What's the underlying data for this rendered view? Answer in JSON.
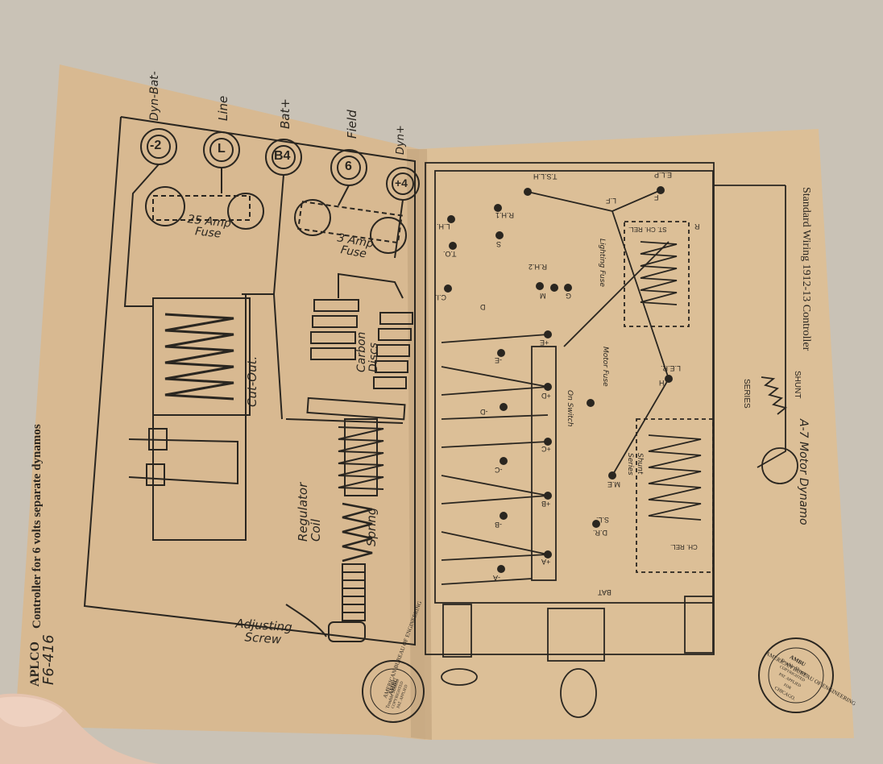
{
  "left_page": {
    "side_title_brand": "APLCO",
    "side_title_text": "Controller for 6 volts separate dynamos",
    "page_code": "F6-416",
    "terminals": [
      {
        "symbol": "-2",
        "label": "Dyn-Bat-"
      },
      {
        "symbol": "L",
        "label": "Line"
      },
      {
        "symbol": "B4",
        "label": "Bat+"
      },
      {
        "symbol": "6",
        "label": "Field"
      },
      {
        "symbol": "+4",
        "label": "Dyn+"
      }
    ],
    "fuse_25": "25 Amp Fuse",
    "fuse_3": "3 Amp Fuse",
    "cut_out": "Cut-Out.",
    "carbon_discs": "Carbon Discs",
    "regulator_coil": "Regulator Coil",
    "spring": "Spring",
    "adjusting_screw": "Adjusting Screw",
    "stamp": {
      "ring": "AMERICAN BUREAU OF ENGINEERING",
      "lines": [
        "AMBU",
        "Trouble Shooter",
        "COPYRIGHTED",
        "PAT. APPLIED"
      ]
    }
  },
  "right_page": {
    "title": "Standard Wiring 1912-13 Controller",
    "dynamo": "A-7 Motor Dynamo",
    "shunt": "SHUNT",
    "series": "SERIES",
    "terminal_labels": [
      "T.S.L.H",
      "E.L.P",
      "F",
      "L.F",
      "R.H.1",
      "L.H.",
      "S",
      "T.O.",
      "R.H.2",
      "C.I.",
      "D",
      "M",
      "G",
      "L.E.R.",
      "H",
      "D.R.",
      "M.E",
      "S.L.",
      "BAT",
      "R"
    ],
    "row_labels": [
      "+E",
      "-E",
      "+D",
      "-D",
      "+C",
      "-C",
      "+B",
      "-B",
      "+A",
      "-A"
    ],
    "boxes": {
      "st_ch_rel": "ST. CH. REL.",
      "lighting_fuse": "Lighting Fuse",
      "motor_fuse": "Motor Fuse",
      "on_switch": "On Switch",
      "shunt_series": "Shunt Series",
      "ch_rel": "CH. REL."
    },
    "stamp": {
      "ring": "AMERICAN BUREAU OF ENGINEERING",
      "lines": [
        "AMBU",
        "Trouble Shooter",
        "COPYRIGHTED",
        "PAT. APPLIED",
        "FOR",
        "CHICAGO."
      ]
    }
  },
  "colors": {
    "background": "#c9c2b6",
    "paper": "#d8b991",
    "paper_right": "#dcbf97",
    "ink": "#2a2620"
  }
}
